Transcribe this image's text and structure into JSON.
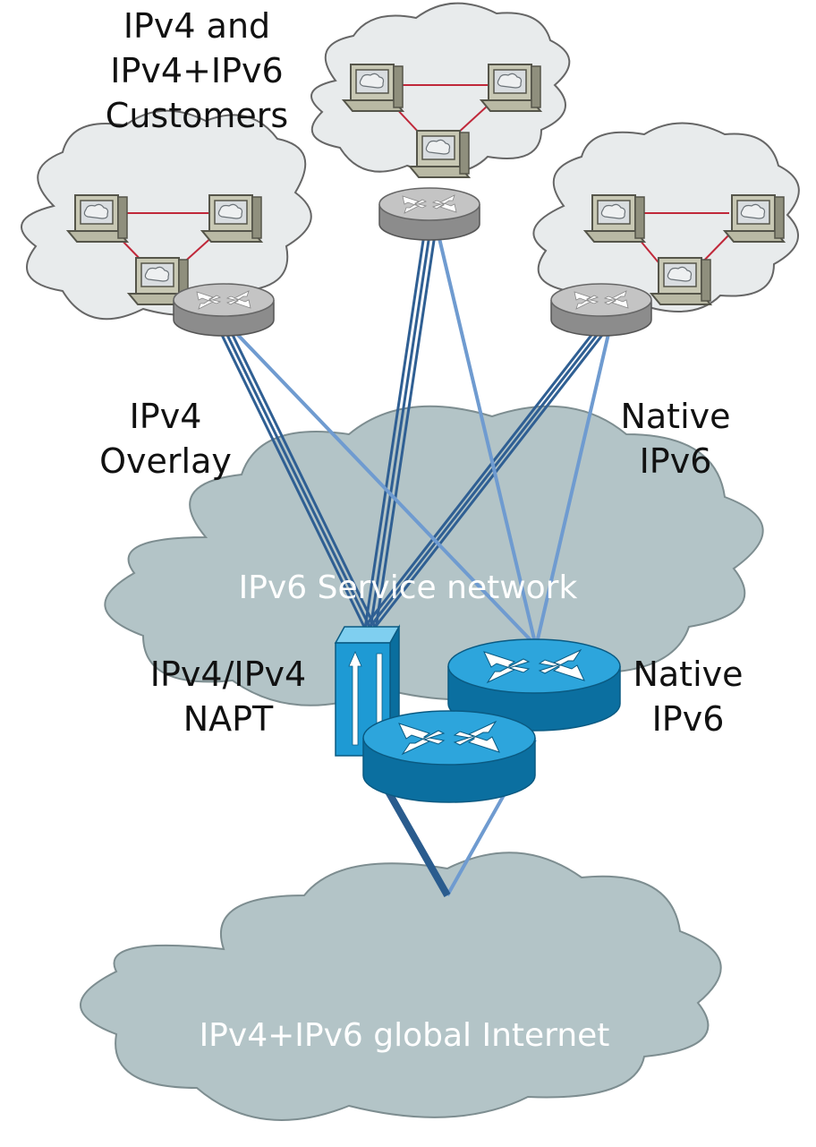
{
  "labels": {
    "customers": [
      "IPv4 and",
      "IPv4+IPv6",
      "Customers"
    ],
    "overlay": [
      "IPv4",
      "Overlay"
    ],
    "native_top": [
      "Native",
      "IPv6"
    ],
    "napt": [
      "IPv4/IPv4",
      "NAPT"
    ],
    "native_bottom": [
      "Native",
      "IPv6"
    ]
  },
  "clouds": {
    "service_network": "IPv6 Service network",
    "internet": "IPv4+IPv6 global Internet"
  },
  "colors": {
    "cloud_fill": "#b3c4c7",
    "customer_cloud_fill": "#e8ebec",
    "cloud_text": "#ffffff",
    "ipv4_link": "#2f5f93",
    "ipv6_link": "#6f9bd0",
    "router_blue": "#1e8fc4",
    "router_gray": "#9a9a9a",
    "lan_link": "#c0283a"
  },
  "icons": [
    "router-gray-icon",
    "router-blue-icon",
    "napt-device-icon",
    "workstation-icon"
  ]
}
